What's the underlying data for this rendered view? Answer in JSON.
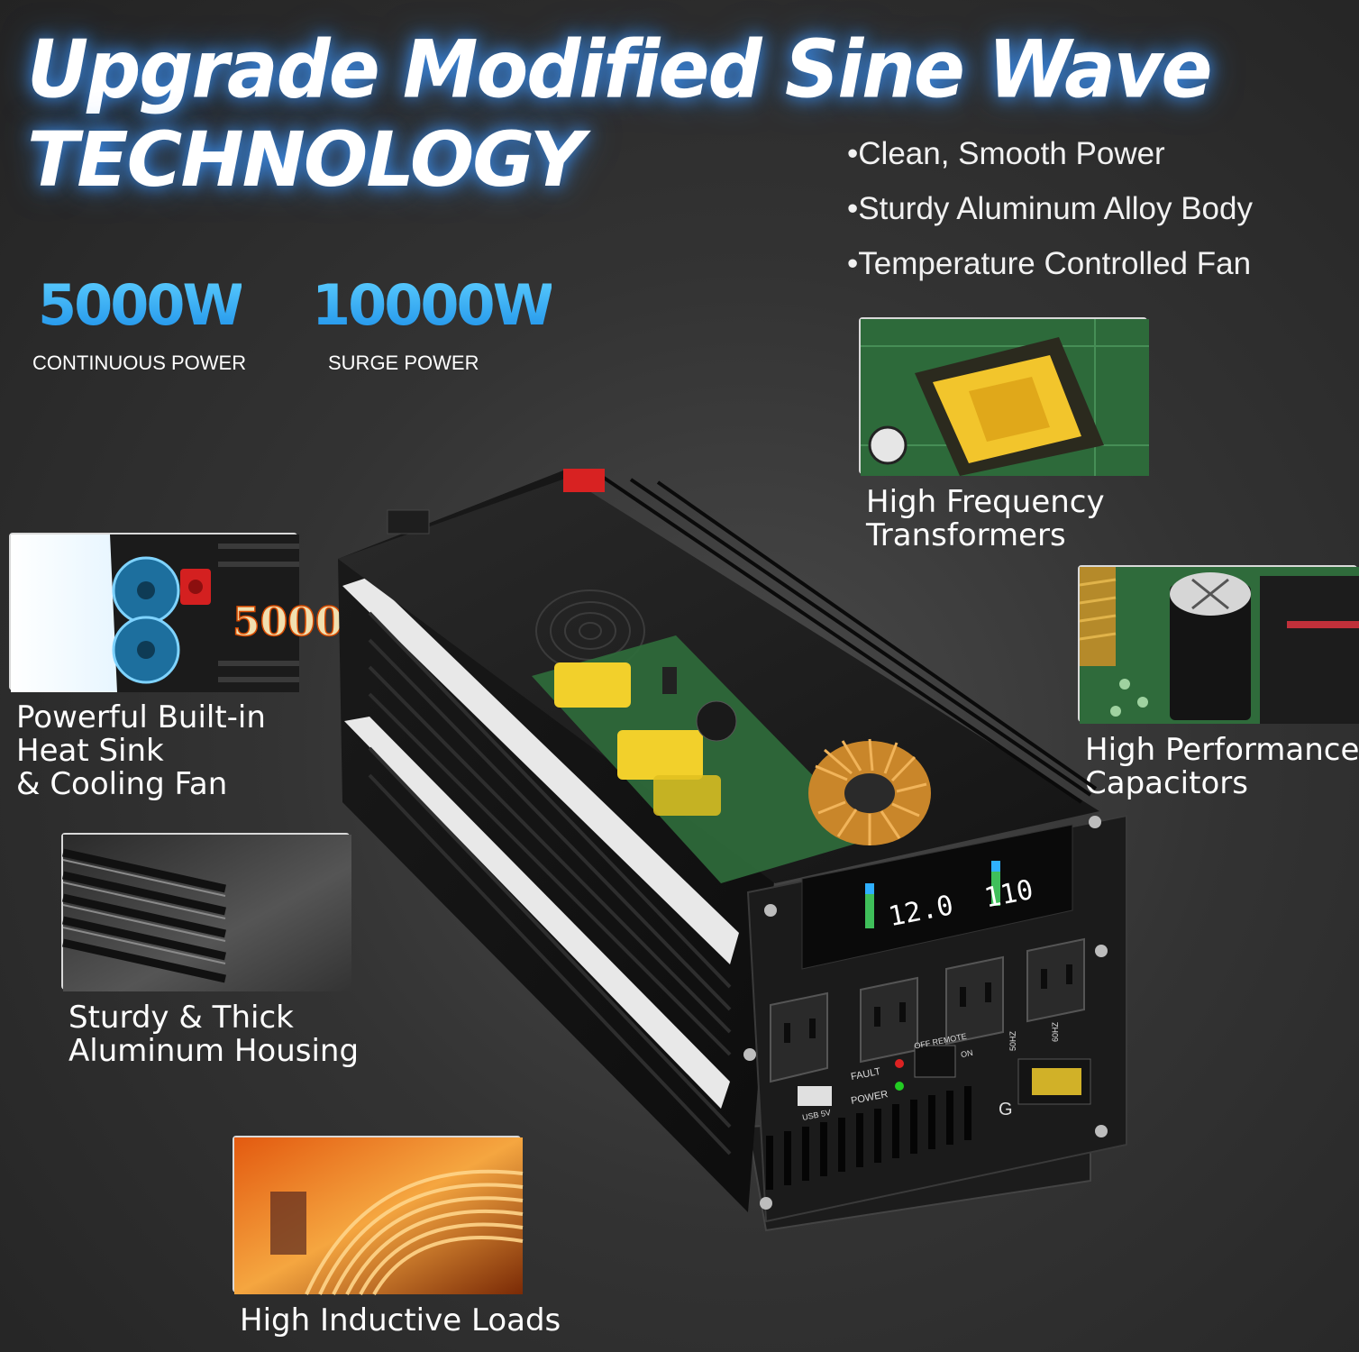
{
  "headline": {
    "line1": "Upgrade Modified Sine Wave",
    "line2": "TECHNOLOGY"
  },
  "bullets": [
    "Clean, Smooth Power",
    "Sturdy Aluminum Alloy Body",
    "Temperature Controlled Fan"
  ],
  "stats": [
    {
      "value": "5000W",
      "label": "CONTINUOUS POWER"
    },
    {
      "value": "10000W",
      "label": "SURGE POWER"
    }
  ],
  "features": {
    "heat_sink": {
      "line1": "Powerful Built-in",
      "line2": "Heat Sink",
      "line3": "& Cooling Fan",
      "thumb_text": "5000"
    },
    "housing": {
      "line1": "Sturdy & Thick",
      "line2": "Aluminum Housing"
    },
    "loads": {
      "line1": "High Inductive Loads"
    },
    "transformers": {
      "line1": "High Frequency",
      "line2": "Transformers"
    },
    "capacitors": {
      "line1": "High Performance",
      "line2": "Capacitors"
    }
  },
  "device": {
    "display_input": "12.0",
    "display_output": "110",
    "labels": {
      "fault": "FAULT",
      "power": "POWER",
      "off_remote": "OFF REMOTE",
      "on": "ON",
      "usb": "USB 5V",
      "hz50": "50HZ",
      "hz60": "60HZ",
      "ground": "G"
    }
  },
  "colors": {
    "accent_blue": "#34b3f5",
    "glow_blue": "#3c96ff",
    "pcb_green": "#2d6a3a",
    "transformer_yellow": "#f2c52c",
    "copper": "#d9912e"
  }
}
